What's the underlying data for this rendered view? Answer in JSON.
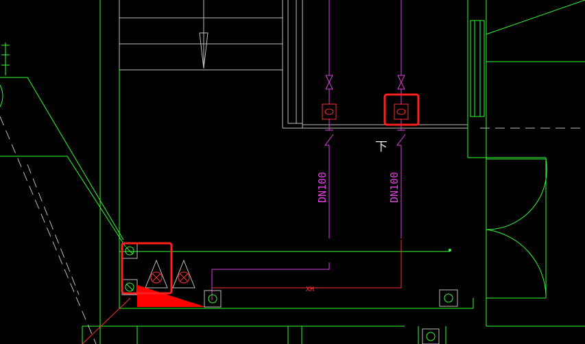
{
  "drawing": {
    "labels": {
      "pipe_left": "DN100",
      "pipe_right": "DN100",
      "hydrant_line": "XH",
      "annotation_mark": "下"
    },
    "colors": {
      "background": "#000000",
      "wall": "#33ff33",
      "stairs": "#bfbfbf",
      "pipe": "#e040e0",
      "highlight": "#ff2020",
      "hatch": "#ff0000",
      "door": "#33ff33"
    },
    "highlights": [
      "valve-box-highlight",
      "corner-equipment-highlight"
    ]
  }
}
